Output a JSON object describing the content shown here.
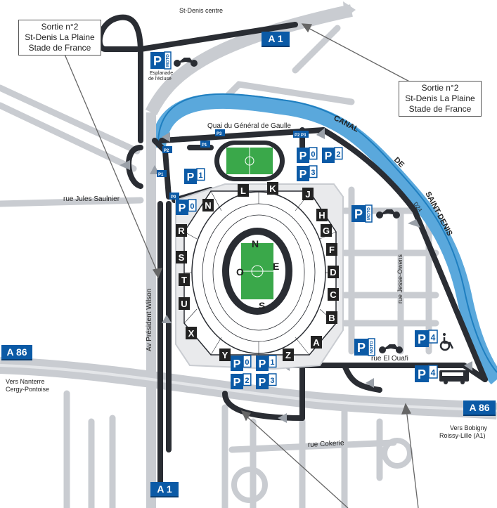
{
  "labels": {
    "top_centre": "St-Denis centre",
    "exit_top_left": [
      "Sortie n°2",
      "St-Denis La Plaine",
      "Stade de France"
    ],
    "exit_right": [
      "Sortie n°2",
      "St-Denis La Plaine",
      "Stade de France"
    ],
    "quai": "Quai du Général de Gaulle",
    "canal": [
      "CANAL",
      "DE",
      "SAINT-DENIS"
    ],
    "saulnier": "rue Jules Saulnier",
    "wilson": "Av Président Wilson",
    "jesse": "rue Jesse-Owens",
    "ouafi": "rue El Ouafi",
    "cokerie": "rue Cokerie",
    "esplanade": [
      "Esplanade",
      "de l'écluse"
    ],
    "nanterre": [
      "Vers Nanterre",
      "Cergy-Pontoise"
    ],
    "bobigny": [
      "Vers Bobigny",
      "Roissy-Lille (A1)"
    ],
    "d24": "D24"
  },
  "highways": {
    "a1_top": "A 1",
    "a1_bottom": "A 1",
    "a86_left": "A 86",
    "a86_right": "A 86"
  },
  "stadium_points": {
    "n": "N",
    "s": "S",
    "o": "O",
    "e": "E"
  },
  "gates": [
    "L",
    "K",
    "J",
    "H",
    "G",
    "F",
    "D",
    "C",
    "B",
    "A",
    "Z",
    "Y",
    "X",
    "U",
    "T",
    "S",
    "R",
    "N"
  ],
  "parking": {
    "letter": "P",
    "moto": "MOTO",
    "p0": "0",
    "p1": "1",
    "p2": "2",
    "p3": "3",
    "p4": "4"
  },
  "small_markers": [
    "P1",
    "P2",
    "P3",
    "P2 P3",
    "P1",
    "P0"
  ],
  "colors": {
    "blue": "#0b5aa6",
    "water": "#5aa8dc",
    "road": "#2a2d33",
    "grass": "#3aa84a"
  }
}
